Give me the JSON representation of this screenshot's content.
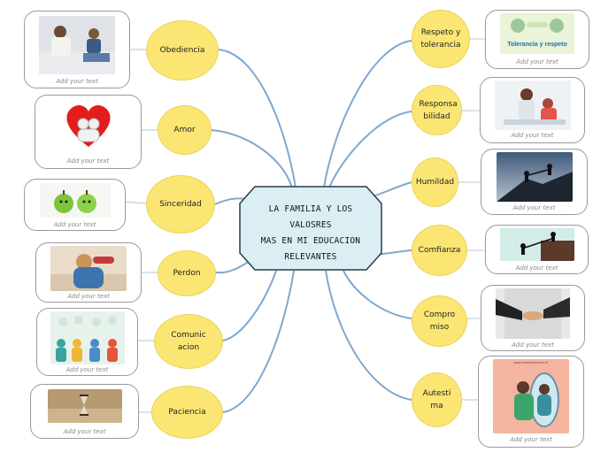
{
  "center": {
    "title": "La familia y los valosres mas en mi educacion relevantes",
    "lines": [
      "La familia y los valosres",
      "mas en mi educacion",
      "relevantes"
    ]
  },
  "caption": "Add your text",
  "left_nodes": [
    {
      "label": "Obediencia"
    },
    {
      "label": "Amor"
    },
    {
      "label": "Sinceridad"
    },
    {
      "label": "Perdon"
    },
    {
      "label": "Comunic acion"
    },
    {
      "label": "Paciencia"
    }
  ],
  "right_nodes": [
    {
      "label": "Respeto y tolerancia"
    },
    {
      "label": "Responsa bilidad"
    },
    {
      "label": "Humildad"
    },
    {
      "label": "Comfianza"
    },
    {
      "label": "Compro miso"
    },
    {
      "label": "Autesti ma"
    }
  ],
  "images": {
    "respeto_banner": "Tolerancia y respeto",
    "autestima_site": "www.ecieodencia.com.br"
  },
  "colors": {
    "node_fill": "#fbe674",
    "center_fill": "#dbeef4",
    "connector": "#7fa8cf",
    "card_border": "#9a9a9a"
  }
}
